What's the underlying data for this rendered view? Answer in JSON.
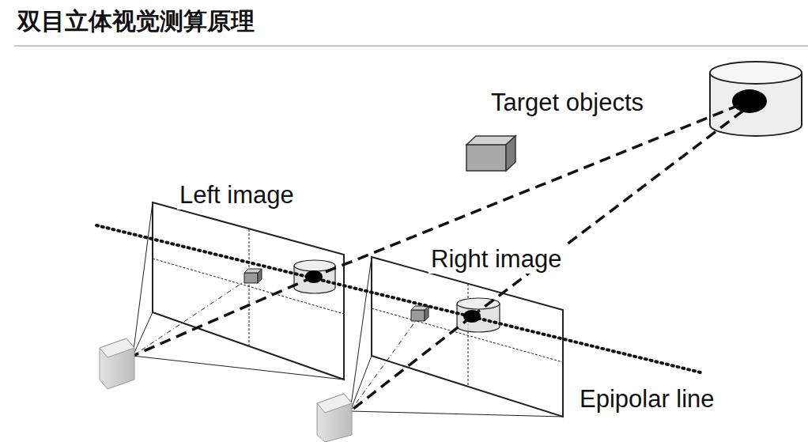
{
  "diagram": {
    "title": "双目立体视觉测算原理",
    "labels": [
      "Target objects",
      "Left image",
      "Right image",
      "Epipolar line"
    ]
  }
}
